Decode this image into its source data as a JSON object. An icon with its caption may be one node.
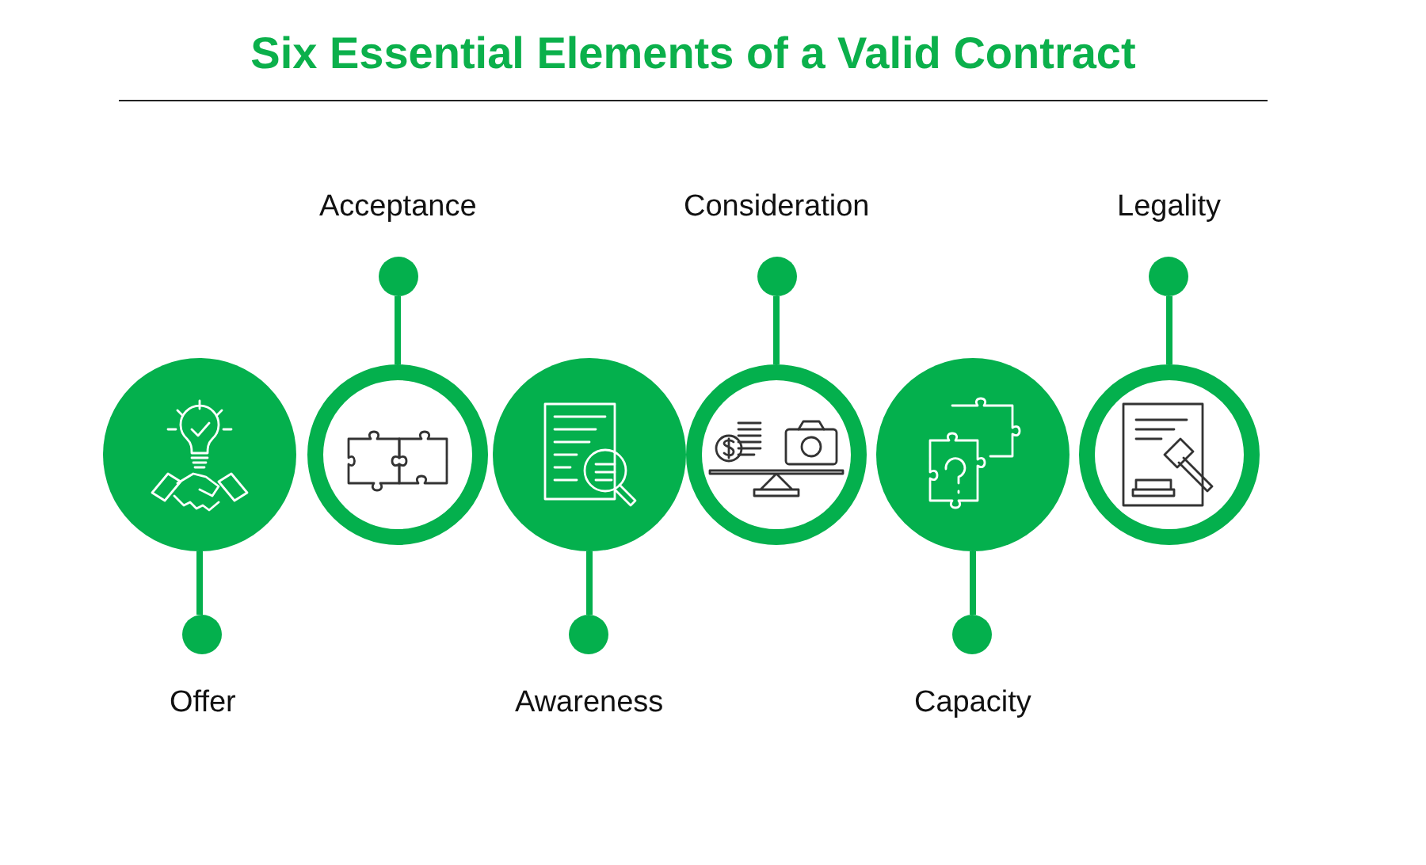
{
  "diagram": {
    "title": "Six Essential Elements of a Valid Contract",
    "nodes": [
      {
        "text": [],
        "shape": "circle"
      },
      {
        "text": [],
        "shape": "circle"
      },
      {
        "text": [],
        "shape": "circle"
      },
      {
        "text": [],
        "shape": "circle"
      },
      {
        "text": [],
        "shape": "circle"
      },
      {
        "text": [],
        "shape": "circle"
      },
      {
        "text": [
          "Offer"
        ]
      },
      {
        "text": [
          "Acceptance"
        ]
      },
      {
        "text": [
          "Awareness"
        ]
      },
      {
        "text": [
          "Consideration"
        ]
      },
      {
        "text": [
          "Capacity"
        ]
      },
      {
        "text": [
          "Legality"
        ]
      }
    ],
    "edges": [
      {
        "from": 6,
        "to": 0,
        "arrow": "none"
      },
      {
        "from": 7,
        "to": 1,
        "arrow": "none"
      },
      {
        "from": 8,
        "to": 2,
        "arrow": "none"
      },
      {
        "from": 9,
        "to": 3,
        "arrow": "none"
      },
      {
        "from": 10,
        "to": 4,
        "arrow": "none"
      },
      {
        "from": 11,
        "to": 5,
        "arrow": "none"
      }
    ]
  }
}
